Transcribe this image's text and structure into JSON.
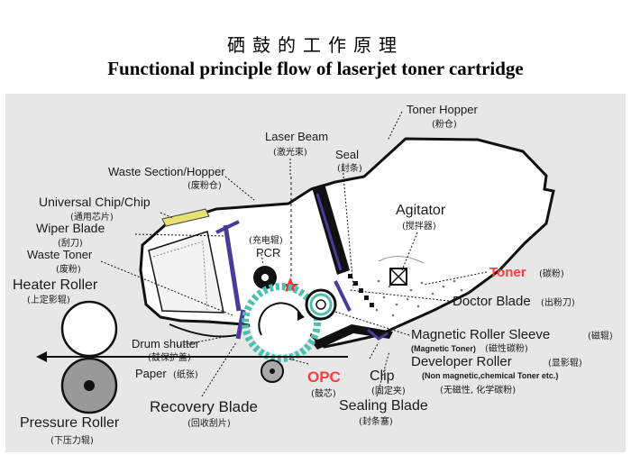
{
  "title": {
    "cn": "硒鼓的工作原理",
    "en": "Functional principle flow of laserjet toner cartridge"
  },
  "colors": {
    "panel": "#e7e7e7",
    "outline": "#111111",
    "blade": "#4a3a9a",
    "drum": "#49c0b0",
    "toner_label": "#ff3b3b",
    "opc_label": "#ff3b3b",
    "laser_star": "#ff2a2a",
    "chip": "#e8e070"
  },
  "labels": {
    "toner_hopper": "Toner Hopper",
    "toner_hopper_cn": "(粉仓)",
    "laser_beam": "Laser Beam",
    "laser_beam_cn": "(激光束)",
    "seal": "Seal",
    "seal_cn": "(封条)",
    "waste_section": "Waste Section/Hopper",
    "waste_section_cn": "(废粉仓)",
    "universal_chip": "Universal Chip/Chip",
    "universal_chip_cn": "(通用芯片)",
    "wiper_blade": "Wiper Blade",
    "wiper_blade_cn": "(刮刀)",
    "waste_toner": "Waste Toner",
    "waste_toner_cn": "(废粉)",
    "pcr_cn": "(充电辊)",
    "pcr": "PCR",
    "agitator": "Agitator",
    "agitator_cn": "(搅拌器)",
    "heater_roller": "Heater Roller",
    "heater_roller_cn": "(上定影辊)",
    "toner": "Toner",
    "toner_cn": "(碳粉)",
    "doctor_blade": "Doctor Blade",
    "doctor_blade_cn": "(出粉刀)",
    "magnetic_roller_sleeve": "Magnetic Roller Sleeve",
    "magnetic_roller_sleeve_cn": "(磁辊)",
    "magnetic_toner": "(Magnetic Toner)",
    "magnetic_toner_cn": "(磁性碳粉)",
    "developer_roller": "Developer Roller",
    "developer_roller_cn": "(显影辊)",
    "non_magnetic": "(Non magnetic,chemical Toner etc.)",
    "non_magnetic_cn": "(无磁性, 化学碳粉)",
    "drum_shutter": "Drum shutter",
    "drum_shutter_cn": "(鼓保护盖)",
    "paper": "Paper",
    "paper_cn": "(纸张)",
    "opc": "OPC",
    "opc_cn": "(鼓芯)",
    "clip": "Clip",
    "clip_cn": "(固定夹)",
    "recovery_blade": "Recovery Blade",
    "recovery_blade_cn": "(回收刮片)",
    "sealing_blade": "Sealing Blade",
    "sealing_blade_cn": "(封条塞)",
    "pressure_roller": "Pressure Roller",
    "pressure_roller_cn": "(下压力辊)"
  }
}
